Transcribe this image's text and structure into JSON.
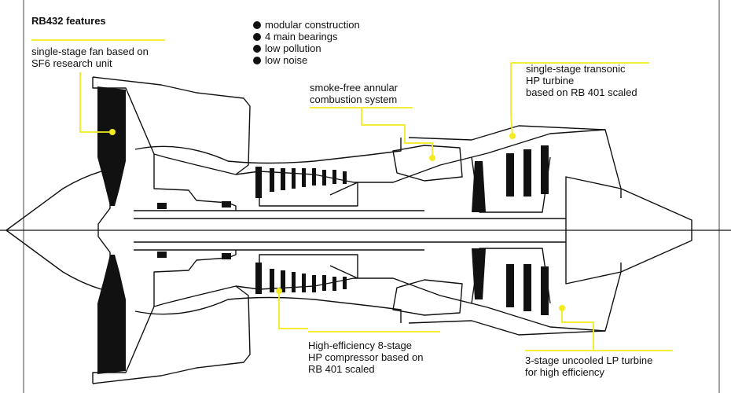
{
  "title": "RB432 features",
  "features": [
    "modular construction",
    "4 main bearings",
    "low pollution",
    "low noise"
  ],
  "callouts": {
    "fan": [
      "single-stage fan based on",
      "SF6 research unit"
    ],
    "combustion": [
      "smoke-free annular",
      "combustion system"
    ],
    "hp_turbine": [
      "single-stage transonic",
      "HP turbine",
      "based on RB 401 scaled"
    ],
    "hp_compressor": [
      "High-efficiency 8-stage",
      "HP compressor based on",
      "RB 401 scaled"
    ],
    "lp_turbine": [
      "3-stage uncooled LP turbine",
      "for high efficiency"
    ]
  },
  "colors": {
    "leader": "#f2ec1f",
    "ink": "#111111",
    "background": "#ffffff"
  }
}
